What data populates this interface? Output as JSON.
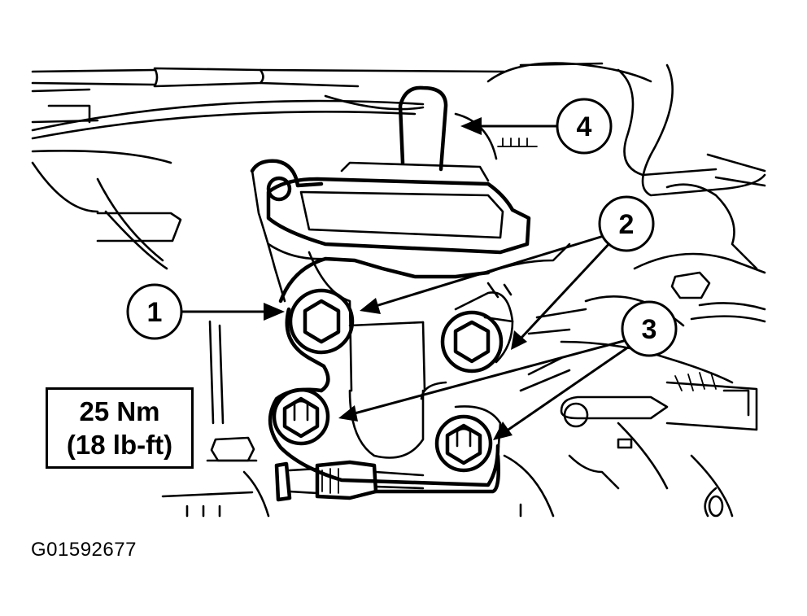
{
  "callouts": [
    "1",
    "2",
    "3",
    "4"
  ],
  "torque": {
    "metric": "25 Nm",
    "imperial": "(18 lb-ft)"
  },
  "figure_id": "G01592677"
}
